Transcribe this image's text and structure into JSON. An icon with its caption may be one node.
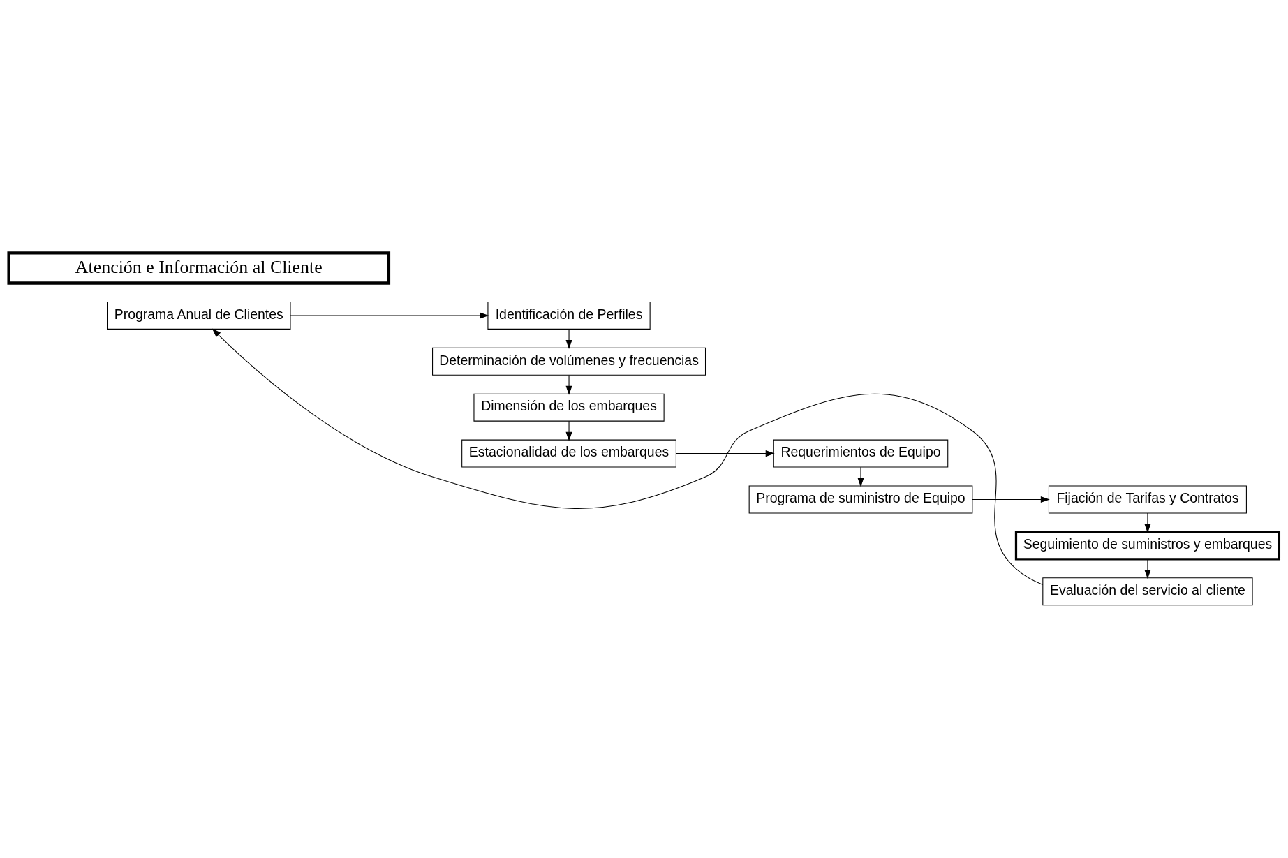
{
  "diagram": {
    "nodes": [
      {
        "text": [
          "Programa Anual de Clientes"
        ]
      },
      {
        "text": [
          "Identificación de Perfiles"
        ]
      },
      {
        "text": [
          "Determinación de volúmenes y frecuencias"
        ]
      },
      {
        "text": [
          "Dimensión de los embarques"
        ]
      },
      {
        "text": [
          "Estacionalidad de los embarques"
        ]
      },
      {
        "text": [
          "Requerimientos de Equipo"
        ]
      },
      {
        "text": [
          "Programa de suministro de Equipo"
        ]
      },
      {
        "text": [
          "Fijación de Tarifas y Contratos"
        ]
      },
      {
        "text": [
          "Seguimiento de suministros y embarques"
        ]
      },
      {
        "text": [
          "Evaluación del servicio al cliente"
        ]
      },
      {
        "text": [
          "Atención e Información al Cliente"
        ]
      }
    ],
    "edges": [
      {
        "from": 0,
        "to": 1,
        "arrow": "to"
      },
      {
        "from": 1,
        "to": 2,
        "arrow": "to"
      },
      {
        "from": 2,
        "to": 3,
        "arrow": "to"
      },
      {
        "from": 3,
        "to": 4,
        "arrow": "to"
      },
      {
        "from": 4,
        "to": 5,
        "arrow": "to"
      },
      {
        "from": 5,
        "to": 6,
        "arrow": "to"
      },
      {
        "from": 6,
        "to": 7,
        "arrow": "to"
      },
      {
        "from": 7,
        "to": 8,
        "arrow": "to"
      },
      {
        "from": 8,
        "to": 9,
        "arrow": "to"
      },
      {
        "from": 9,
        "to": 0,
        "arrow": "to"
      }
    ]
  }
}
